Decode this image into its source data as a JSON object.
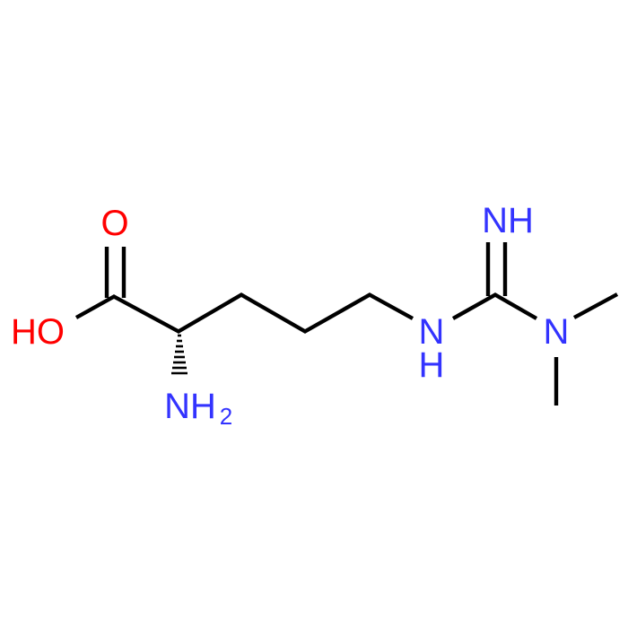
{
  "colors": {
    "bond": "#000000",
    "oxygen": "#ff0000",
    "nitrogen": "#3333ff",
    "background": "#ffffff"
  },
  "atoms": {
    "carbonyl_o": "O",
    "hydroxyl": "HO",
    "amine_n": "NH",
    "amine_sub": "2",
    "nh_n": "N",
    "nh_h": "H",
    "imine": "NH",
    "dimethyl_n": "N"
  }
}
